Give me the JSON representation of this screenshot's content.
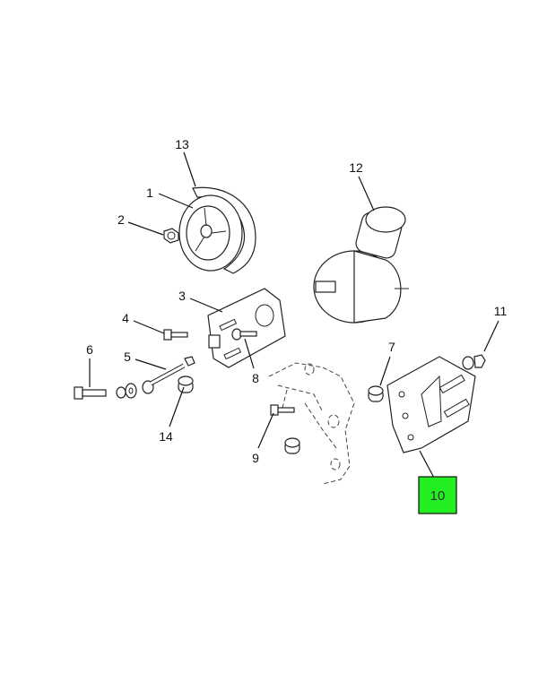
{
  "diagram": {
    "callouts": [
      {
        "id": "13",
        "label": "13"
      },
      {
        "id": "1",
        "label": "1"
      },
      {
        "id": "2",
        "label": "2"
      },
      {
        "id": "12",
        "label": "12"
      },
      {
        "id": "3",
        "label": "3"
      },
      {
        "id": "4",
        "label": "4"
      },
      {
        "id": "11",
        "label": "11"
      },
      {
        "id": "6",
        "label": "6"
      },
      {
        "id": "5",
        "label": "5"
      },
      {
        "id": "7",
        "label": "7"
      },
      {
        "id": "8",
        "label": "8"
      },
      {
        "id": "14",
        "label": "14"
      },
      {
        "id": "9",
        "label": "9"
      },
      {
        "id": "10",
        "label": "10"
      }
    ],
    "highlighted_callout": "10",
    "highlight_color": "#22ee22"
  }
}
